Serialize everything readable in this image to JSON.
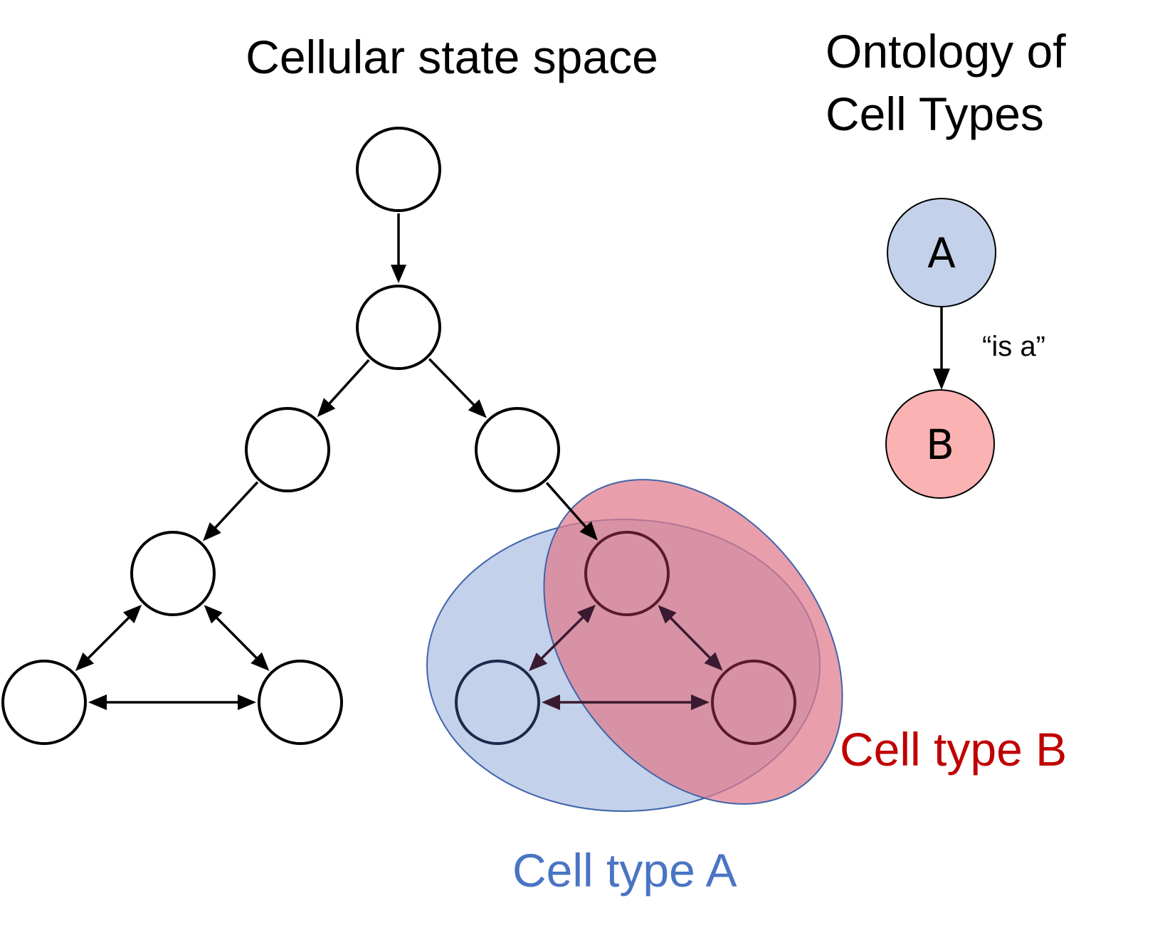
{
  "titles": {
    "state_space": "Cellular state space",
    "ontology_line1": "Ontology of",
    "ontology_line2": "Cell Types"
  },
  "ontology": {
    "node_a": {
      "label": "A",
      "fill": "#c3d1ea"
    },
    "node_b": {
      "label": "B",
      "fill": "#fbb2b2"
    },
    "relation": "“is a”"
  },
  "cell_types": {
    "a": {
      "label": "Cell type A",
      "color": "#4a74c4",
      "fill": "#c3d1ea"
    },
    "b": {
      "label": "Cell type B",
      "color": "#c00000",
      "fill": "#e07a8a"
    }
  },
  "state_graph": {
    "nodes": [
      "s1",
      "s2",
      "s3",
      "s4",
      "s5",
      "s6",
      "s7",
      "s8",
      "s9",
      "s10"
    ],
    "edges": [
      {
        "from": "s1",
        "to": "s2",
        "direction": "forward"
      },
      {
        "from": "s2",
        "to": "s3",
        "direction": "forward"
      },
      {
        "from": "s2",
        "to": "s4",
        "direction": "forward"
      },
      {
        "from": "s3",
        "to": "s5",
        "direction": "forward"
      },
      {
        "from": "s4",
        "to": "s8",
        "direction": "forward"
      },
      {
        "from": "s5",
        "to": "s6",
        "direction": "both"
      },
      {
        "from": "s5",
        "to": "s7",
        "direction": "both"
      },
      {
        "from": "s6",
        "to": "s7",
        "direction": "both"
      },
      {
        "from": "s8",
        "to": "s9",
        "direction": "both"
      },
      {
        "from": "s8",
        "to": "s10",
        "direction": "both"
      },
      {
        "from": "s9",
        "to": "s10",
        "direction": "both"
      }
    ]
  }
}
